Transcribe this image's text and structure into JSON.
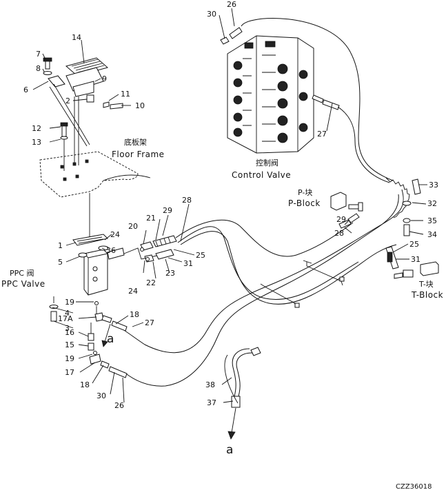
{
  "labels": {
    "floor_frame_cn": "底板架",
    "floor_frame_en": "Floor Frame",
    "control_valve_cn": "控制阀",
    "control_valve_en": "Control Valve",
    "p_block_cn": "P-块",
    "p_block_en": "P-Block",
    "ppc_valve_cn": "PPC 阀",
    "ppc_valve_en": "PPC Valve",
    "t_block_cn": "T-块",
    "t_block_en": "T-Block",
    "connector_a1": "a",
    "connector_a2": "a",
    "drawing_code": "CZZ36018"
  },
  "part_numbers": {
    "p26a": "26",
    "p30a": "30",
    "p14": "14",
    "p7": "7",
    "p8": "8",
    "p9": "9",
    "p6": "6",
    "p11": "11",
    "p2": "2",
    "p10": "10",
    "p12": "12",
    "p13": "13",
    "p27a": "27",
    "p33": "33",
    "p32": "32",
    "p35": "35",
    "p34": "34",
    "p29a": "29",
    "p28a": "28",
    "p29b": "29",
    "p28b": "28",
    "p24a": "24",
    "p20": "20",
    "p21": "21",
    "p1": "1",
    "p36": "36",
    "p5": "5",
    "p25a": "25",
    "p25b": "25",
    "p31a": "31",
    "p31b": "31",
    "p24b": "24",
    "p22": "22",
    "p23": "23",
    "p19a": "19",
    "p4": "4",
    "p3": "3",
    "p17a": "17A",
    "p18a": "18",
    "p16": "16",
    "p27b": "27",
    "p15": "15",
    "p19b": "19",
    "p17": "17",
    "p18b": "18",
    "p30b": "30",
    "p26b": "26",
    "p38": "38",
    "p37": "37"
  }
}
